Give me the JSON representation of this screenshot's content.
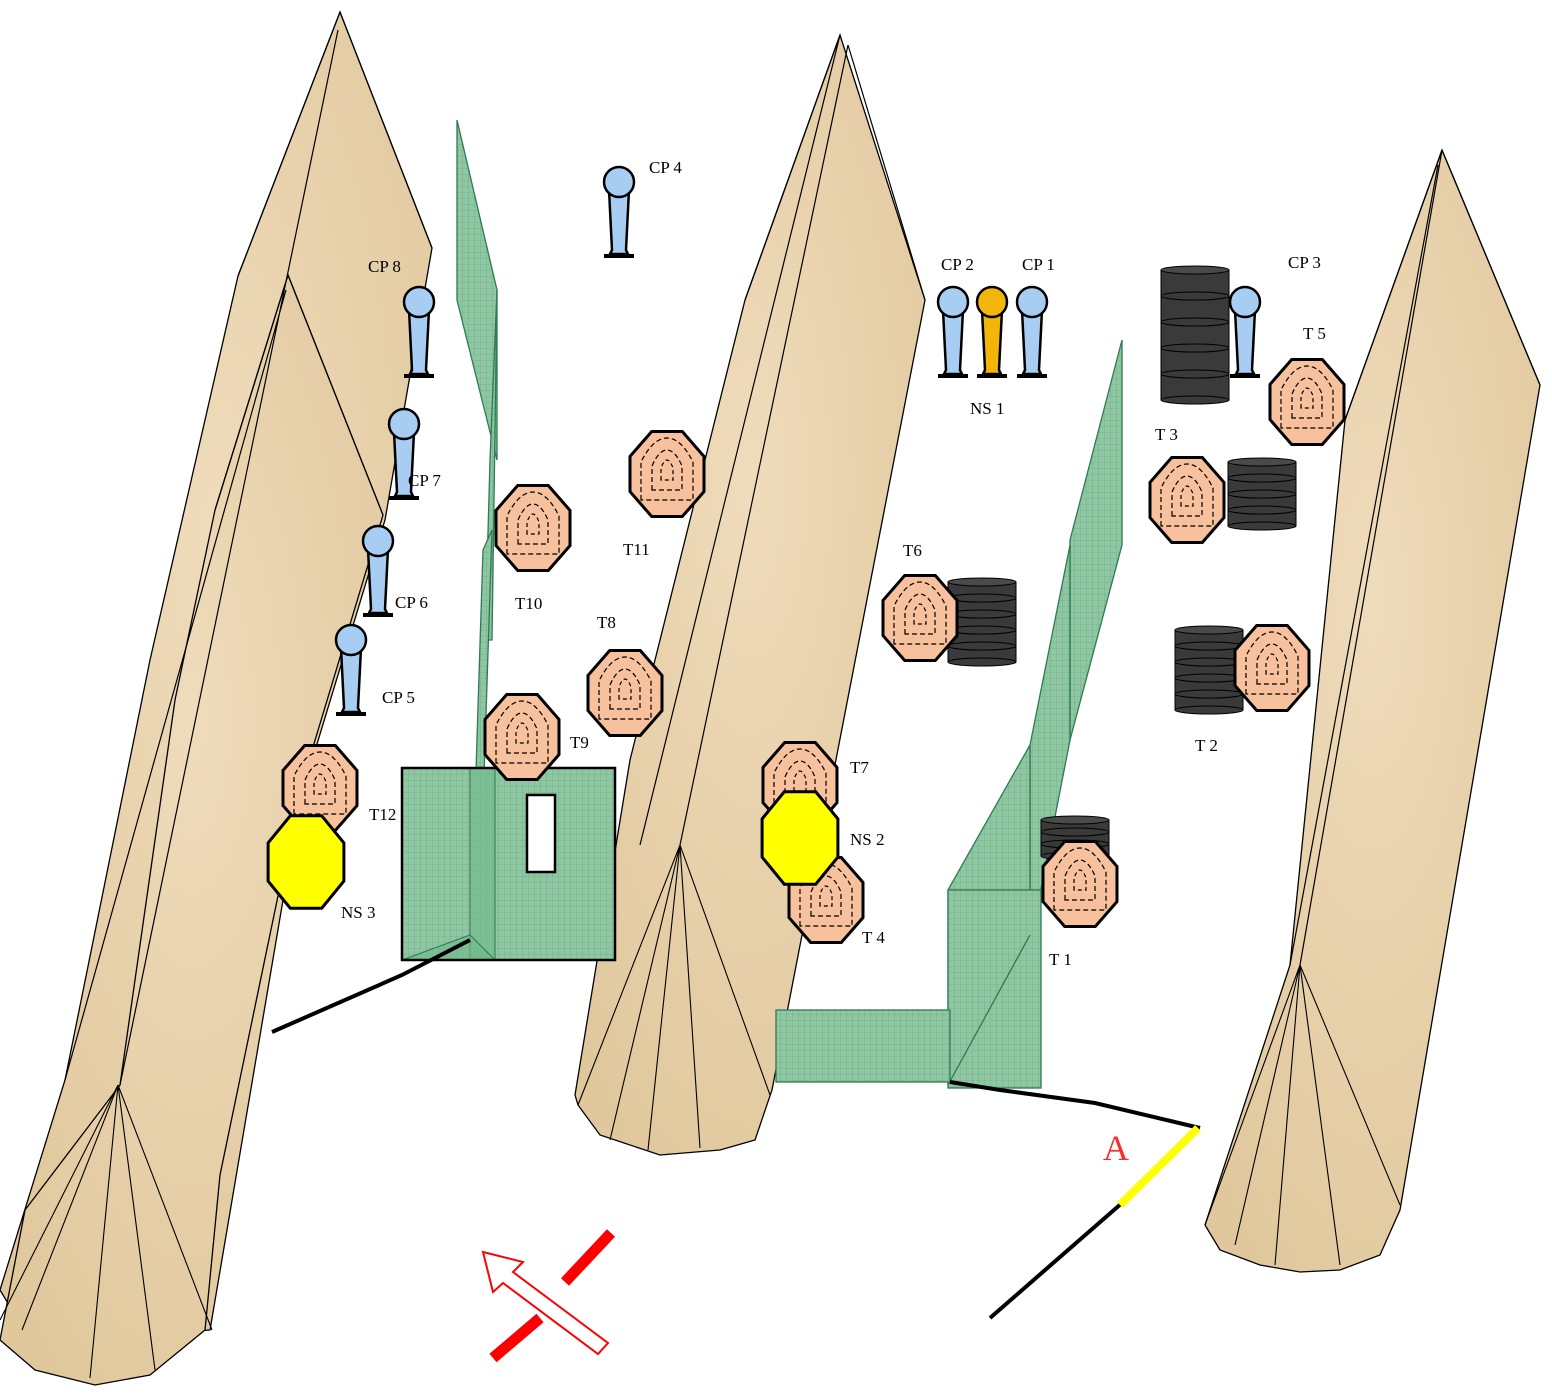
{
  "colors": {
    "berm": "#e8d3ae",
    "wall": "#8fc7a3",
    "wall_edge": "#2e7a52",
    "target": "#f6c19c",
    "no_shoot": "#ffff00",
    "popper": "#a8cdf3",
    "popper_noshoot": "#f4b50b",
    "barrel": "#3a3a3a",
    "start_line": "#ffff00",
    "start_marker": "#ff0000",
    "start_label": "#ff2a2a",
    "arrow": "#ff0000"
  },
  "labels": {
    "cp1": "CP 1",
    "cp2": "CP 2",
    "cp3": "CP 3",
    "cp4": "CP 4",
    "cp5": "CP 5",
    "cp6": "CP 6",
    "cp7": "CP 7",
    "cp8": "CP 8",
    "ns1": "NS 1",
    "ns2": "NS 2",
    "ns3": "NS 3",
    "t1": "T 1",
    "t2": "T 2",
    "t3": "T 3",
    "t4": "T 4",
    "t5": "T 5",
    "t6": "T6",
    "t7": "T7",
    "t8": "T8",
    "t9": "T9",
    "t10": "T10",
    "t11": "T11",
    "t12": "T12",
    "start": "A"
  },
  "icons": {
    "popper": "metal-popper-icon",
    "target": "paper-target-icon",
    "no_shoot": "no-shoot-target-icon",
    "barrel": "barrel-stack-icon",
    "wall": "mesh-wall-icon",
    "berm": "berm-icon",
    "direction": "direction-arrow-icon"
  }
}
